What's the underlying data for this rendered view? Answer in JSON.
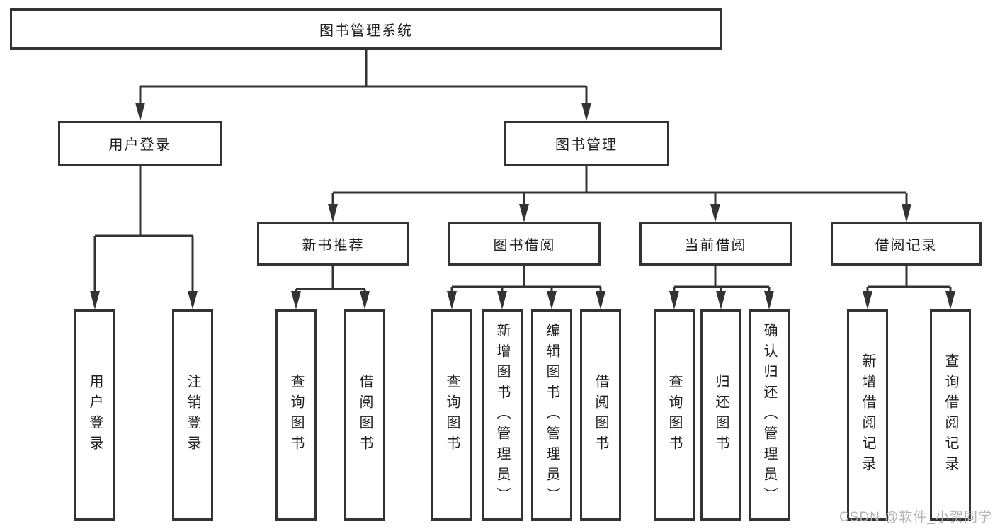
{
  "tree": {
    "label": "图书管理系统",
    "children": [
      {
        "label": "用户登录",
        "children": [
          {
            "label": "用户登录"
          },
          {
            "label": "注销登录"
          }
        ]
      },
      {
        "label": "图书管理",
        "children": [
          {
            "label": "新书推荐",
            "children": [
              {
                "label": "查询图书"
              },
              {
                "label": "借阅图书"
              }
            ]
          },
          {
            "label": "图书借阅",
            "children": [
              {
                "label": "查询图书"
              },
              {
                "label": "新增图书（管理员）"
              },
              {
                "label": "编辑图书（管理员）"
              },
              {
                "label": "借阅图书"
              }
            ]
          },
          {
            "label": "当前借阅",
            "children": [
              {
                "label": "查询图书"
              },
              {
                "label": "归还图书"
              },
              {
                "label": "确认归还（管理员）"
              }
            ]
          },
          {
            "label": "借阅记录",
            "children": [
              {
                "label": "新增借阅记录"
              },
              {
                "label": "查询借阅记录"
              }
            ]
          }
        ]
      }
    ]
  },
  "watermark": {
    "text": "CSDN @软件_小贺同学"
  },
  "colors": {
    "background": "#ffffff",
    "box_fill": "#ffffff",
    "box_border": "#333333",
    "line": "#333333",
    "text": "#1e1e1e",
    "watermark": "#b3b3b3"
  }
}
